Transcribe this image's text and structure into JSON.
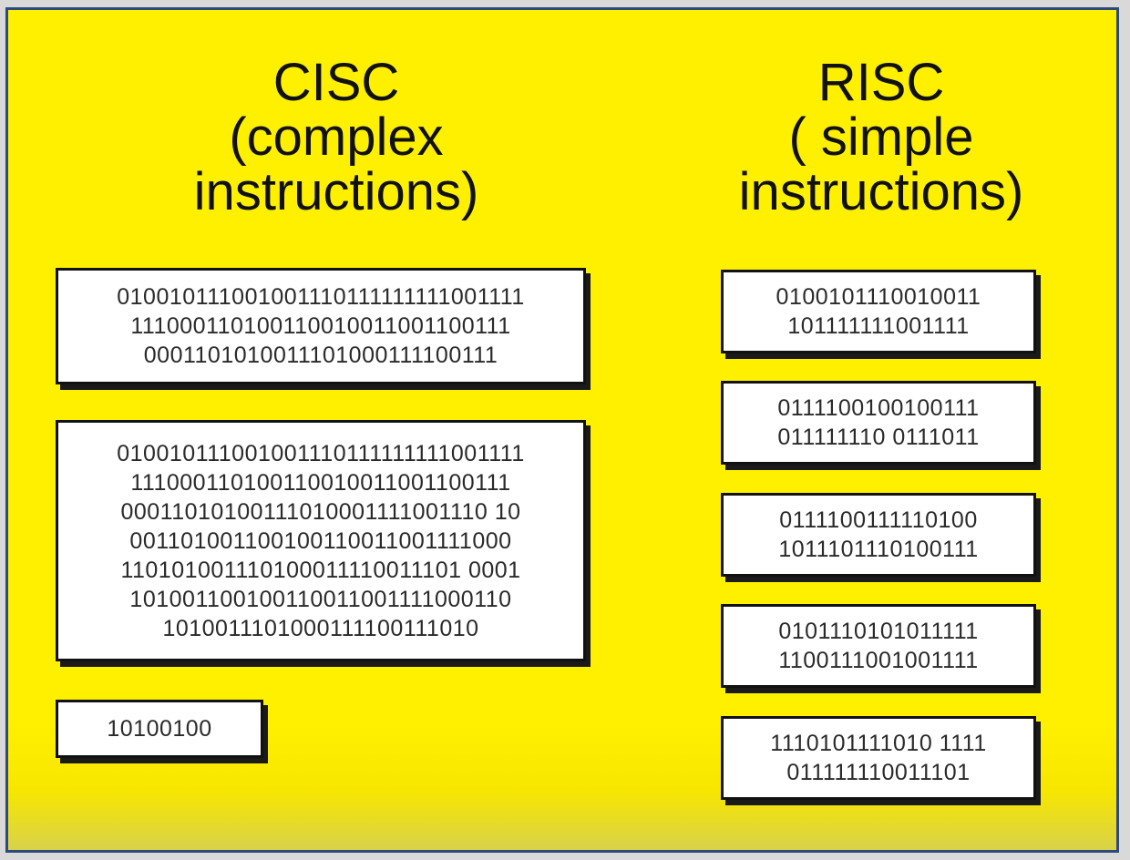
{
  "cisc": {
    "heading": [
      "CISC",
      "(complex",
      "instructions)"
    ],
    "instructions": [
      [
        "010010111001001110111111111001111",
        "111000110100110010011001100111",
        "0001101010011101000111100111"
      ],
      [
        "010010111001001110111111111001111",
        "111000110100110010011001100111",
        "00011010100111010001111001110 10",
        "001101001100100110011001111000",
        "110101001110100011110011101 0001",
        "101001100100110011001111000110",
        "1010011101000111100111010"
      ],
      [
        "10100100"
      ]
    ]
  },
  "risc": {
    "heading": [
      "RISC",
      "( simple",
      "instructions)"
    ],
    "instructions": [
      [
        "0100101110010011",
        "101111111001111"
      ],
      [
        "0111100100100111",
        "011111110 0111011"
      ],
      [
        "0111100111110100",
        "1011101110100111"
      ],
      [
        "0101110101011111",
        "1100111001001111"
      ],
      [
        "1110101111010 1111",
        "011111110011101"
      ]
    ]
  }
}
